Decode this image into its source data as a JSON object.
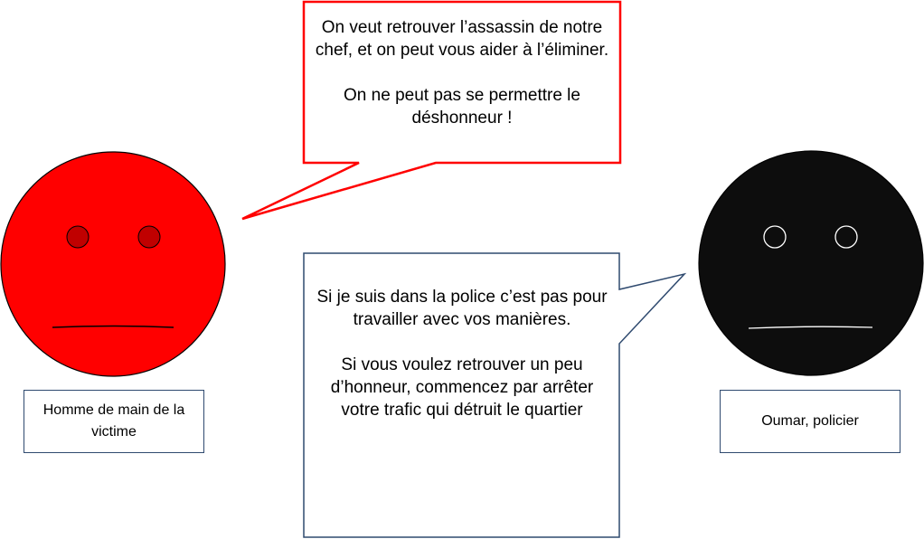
{
  "characters": [
    {
      "name": "Homme de main de la victime",
      "face_color": "#ff0000",
      "eye_color": "#c00000"
    },
    {
      "name": "Oumar, policier",
      "face_color": "#0d0d0d",
      "eye_color": "#ffffff"
    }
  ],
  "bubbles": {
    "gang": {
      "border_color": "#ff0000",
      "paragraph1": "On veut retrouver l’assassin de notre chef, et on peut vous aider à l’éliminer.",
      "paragraph2": "On ne peut pas se permettre le déshonneur !"
    },
    "police": {
      "border_color": "#2f4a6f",
      "paragraph1": "Si je suis dans la police c’est pas pour travailler avec vos manières.",
      "paragraph2": "Si vous voulez retrouver un peu d’honneur, commencez par arrêter votre trafic qui détruit le quartier"
    }
  }
}
